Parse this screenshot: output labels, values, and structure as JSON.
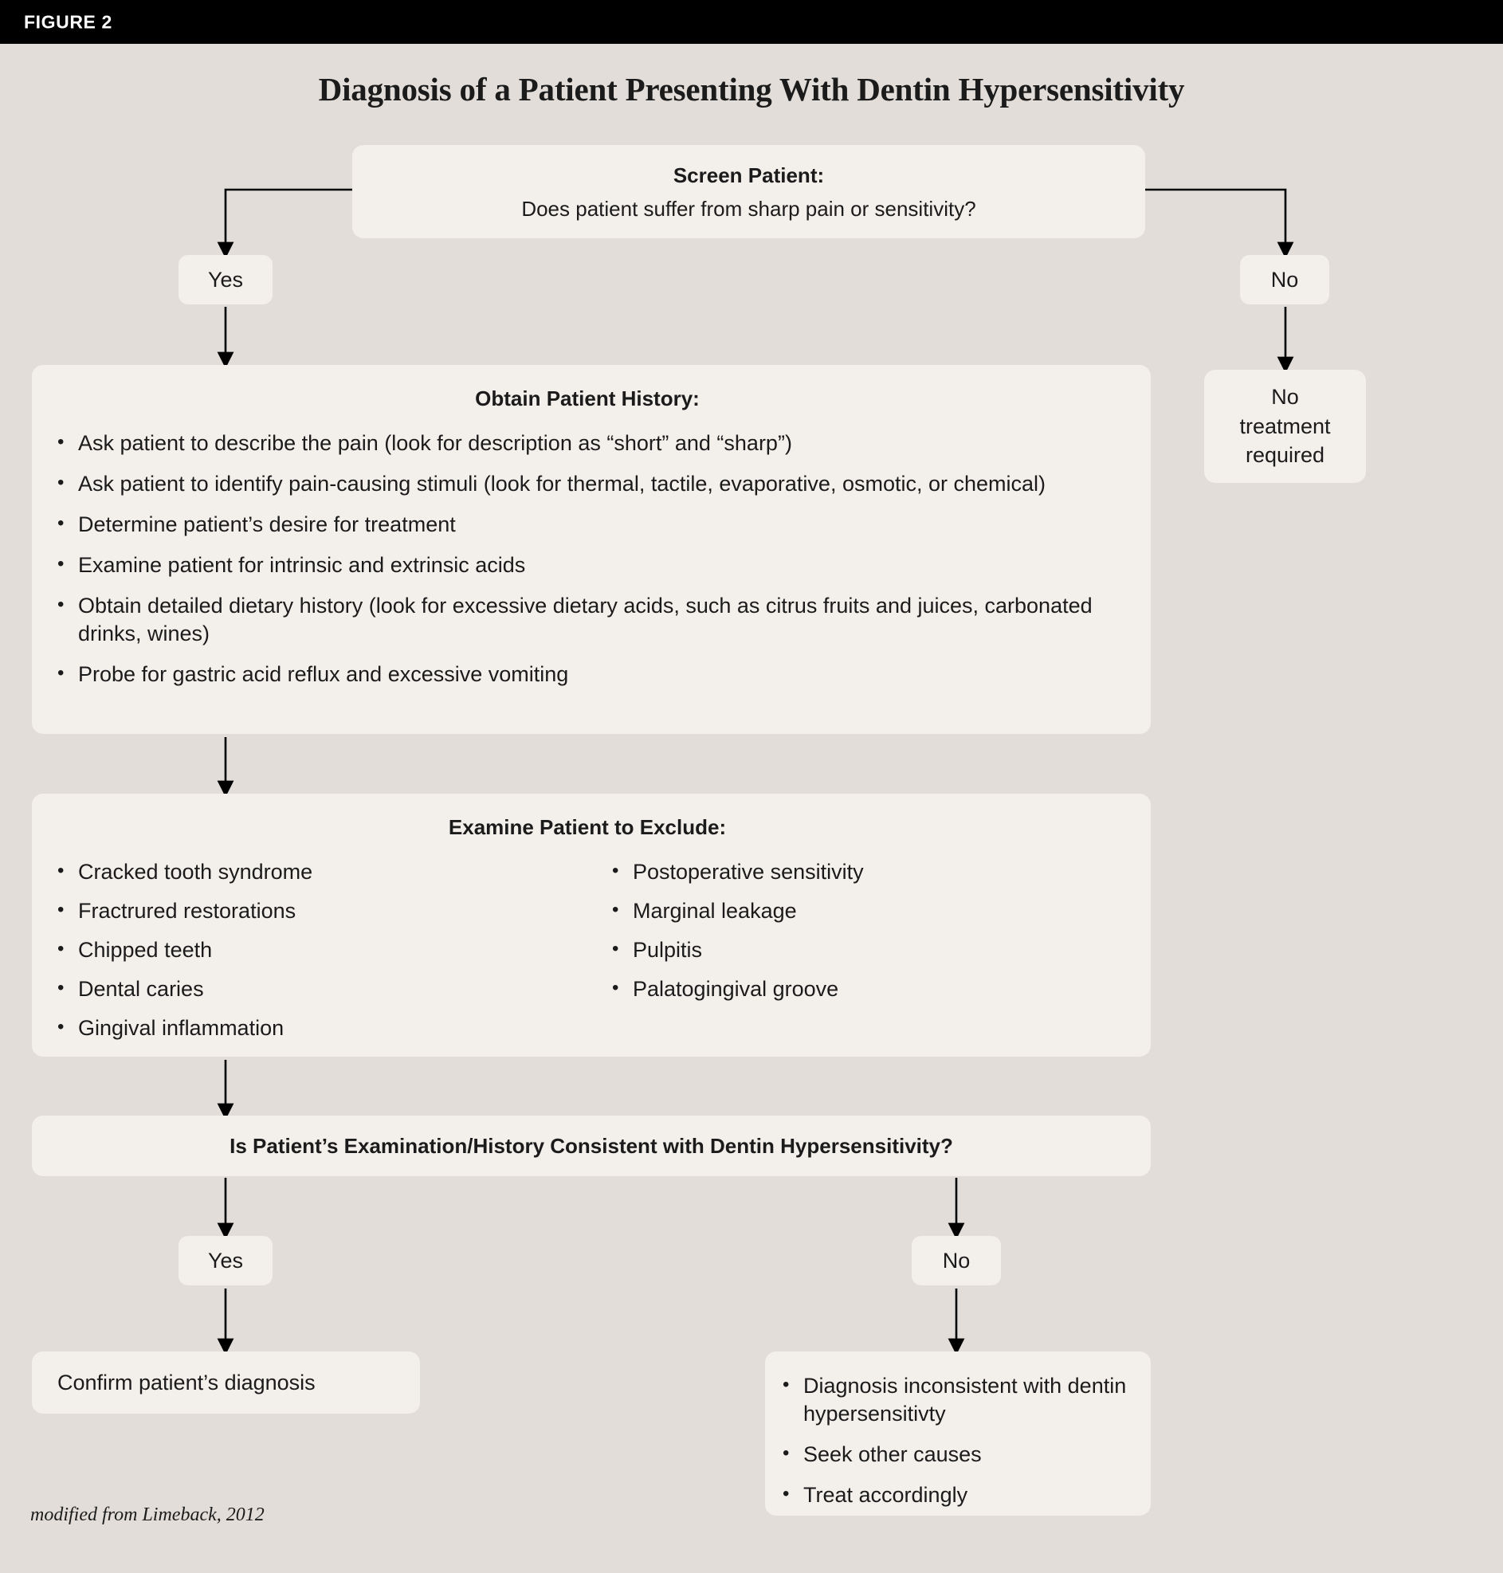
{
  "figure": {
    "badge": "FIGURE 2",
    "title": "Diagnosis of a Patient Presenting With Dentin Hypersensitivity",
    "footnote": "modified from Limeback, 2012"
  },
  "colors": {
    "page_background": "#e2ddd8",
    "node_background": "#f3efeb",
    "header_bar": "#000000",
    "text": "#1b1b1b",
    "edge": "#000000"
  },
  "nodes": {
    "screen": {
      "title": "Screen Patient:",
      "question": "Does patient suffer from sharp pain or sensitivity?"
    },
    "yes_top": {
      "label": "Yes"
    },
    "no_top": {
      "label": "No"
    },
    "no_treatment": {
      "label": "No\ntreatment\nrequired"
    },
    "history": {
      "title": "Obtain Patient History:",
      "items": [
        "Ask patient to describe the pain (look for description as “short” and “sharp”)",
        "Ask patient to identify pain-causing stimuli (look for thermal, tactile, evaporative, osmotic, or chemical)",
        "Determine patient’s desire for treatment",
        "Examine patient for intrinsic and extrinsic acids",
        "Obtain detailed dietary history (look for excessive dietary acids, such as citrus fruits and juices, carbonated drinks, wines)",
        "Probe for gastric acid reflux and excessive vomiting"
      ]
    },
    "exclude": {
      "title": "Examine Patient to Exclude:",
      "left_items": [
        "Cracked tooth syndrome",
        "Fractrured restorations",
        "Chipped teeth",
        "Dental caries",
        "Gingival inflammation"
      ],
      "right_items": [
        "Postoperative sensitivity",
        "Marginal leakage",
        "Pulpitis",
        "Palatogingival groove"
      ]
    },
    "decision": {
      "title": "Is Patient’s Examination/History Consistent with Dentin Hypersensitivity?"
    },
    "yes_bottom": {
      "label": "Yes"
    },
    "no_bottom": {
      "label": "No"
    },
    "confirm": {
      "label": "Confirm patient’s diagnosis"
    },
    "inconsistent": {
      "items": [
        "Diagnosis inconsistent with dentin hypersensitivty",
        "Seek other causes",
        "Treat accordingly"
      ]
    }
  }
}
